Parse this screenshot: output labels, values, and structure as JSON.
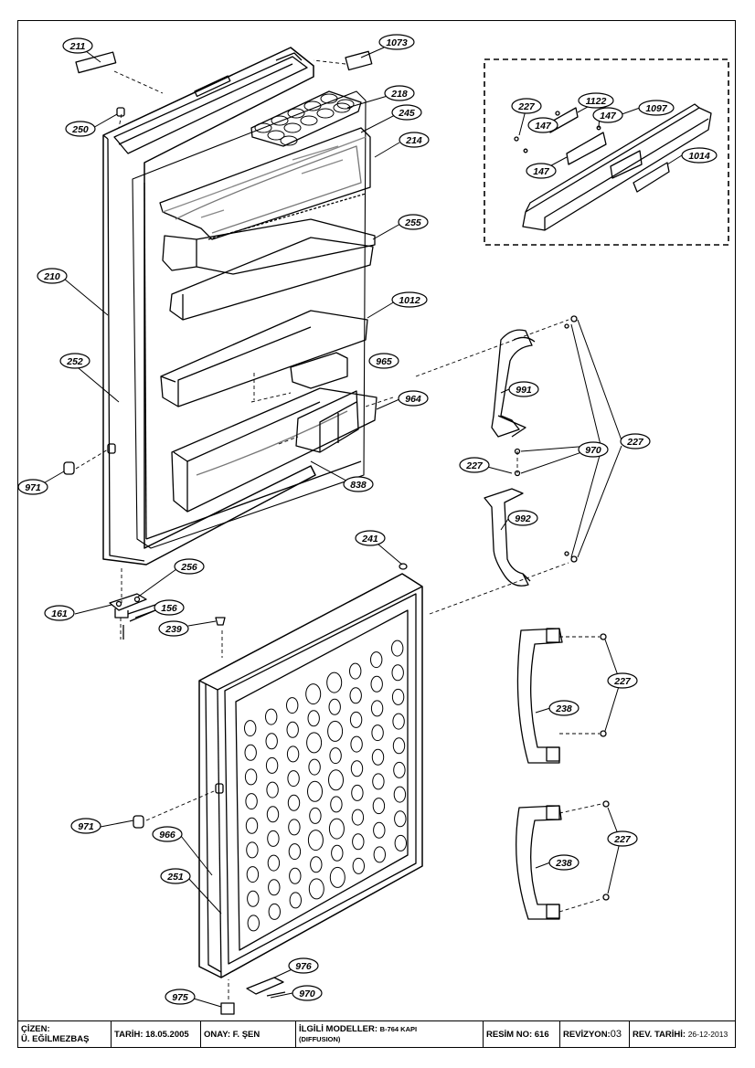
{
  "callouts": [
    {
      "id": "c-211",
      "label": "211"
    },
    {
      "id": "c-1073",
      "label": "1073"
    },
    {
      "id": "c-250",
      "label": "250"
    },
    {
      "id": "c-218",
      "label": "218"
    },
    {
      "id": "c-245",
      "label": "245"
    },
    {
      "id": "c-214",
      "label": "214"
    },
    {
      "id": "c-255",
      "label": "255"
    },
    {
      "id": "c-210",
      "label": "210"
    },
    {
      "id": "c-1012",
      "label": "1012"
    },
    {
      "id": "c-252",
      "label": "252"
    },
    {
      "id": "c-965",
      "label": "965"
    },
    {
      "id": "c-964",
      "label": "964"
    },
    {
      "id": "c-971a",
      "label": "971"
    },
    {
      "id": "c-838",
      "label": "838"
    },
    {
      "id": "c-256",
      "label": "256"
    },
    {
      "id": "c-161",
      "label": "161"
    },
    {
      "id": "c-156",
      "label": "156"
    },
    {
      "id": "c-239",
      "label": "239"
    },
    {
      "id": "c-241",
      "label": "241"
    },
    {
      "id": "c-971b",
      "label": "971"
    },
    {
      "id": "c-966",
      "label": "966"
    },
    {
      "id": "c-251",
      "label": "251"
    },
    {
      "id": "c-976",
      "label": "976"
    },
    {
      "id": "c-975",
      "label": "975"
    },
    {
      "id": "c-970b",
      "label": "970"
    },
    {
      "id": "c-227-inset",
      "label": "227"
    },
    {
      "id": "c-1122",
      "label": "1122"
    },
    {
      "id": "c-147a",
      "label": "147"
    },
    {
      "id": "c-147b",
      "label": "147"
    },
    {
      "id": "c-147c",
      "label": "147"
    },
    {
      "id": "c-1097",
      "label": "1097"
    },
    {
      "id": "c-1014",
      "label": "1014"
    },
    {
      "id": "c-991",
      "label": "991"
    },
    {
      "id": "c-970a",
      "label": "970"
    },
    {
      "id": "c-227a",
      "label": "227"
    },
    {
      "id": "c-227b",
      "label": "227"
    },
    {
      "id": "c-992",
      "label": "992"
    },
    {
      "id": "c-238a",
      "label": "238"
    },
    {
      "id": "c-227c",
      "label": "227"
    },
    {
      "id": "c-238b",
      "label": "238"
    },
    {
      "id": "c-227d",
      "label": "227"
    }
  ],
  "title_block": {
    "drawn_by_label": "ÇİZEN:",
    "drawn_by": "Ü. EĞİLMEZBAŞ",
    "date": "TARİH: 18.05.2005",
    "approval": "ONAY: F. ŞEN",
    "models_label": "İLGİLİ MODELLER:",
    "models_value": "B-764 KAPI",
    "models_sub": "(DIFFUSION)",
    "drawing_no": "RESİM NO: 616",
    "revision_label": "REVİZYON:",
    "revision_value": "03",
    "rev_date_label": "REV. TARİHİ:",
    "rev_date_value": "26-12-2013"
  }
}
